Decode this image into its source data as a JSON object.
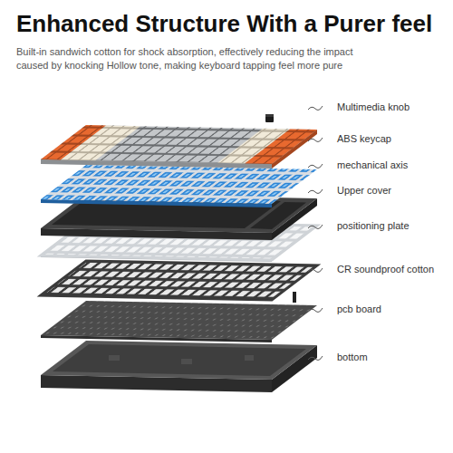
{
  "diagram": {
    "title": "Enhanced Structure With a Purer feel",
    "labels": [
      "Built-in sandwich cotton for shock absorption, effectively reducing the impact caused by knocking Hollow tone, making keyboard tapping feel more pure",
      "Multimedia knob",
      "ABS keycap",
      "mechanical axis",
      "Upper cover",
      "positioning plate",
      "CR soundproof cotton",
      "pcb board",
      "bottom"
    ]
  }
}
